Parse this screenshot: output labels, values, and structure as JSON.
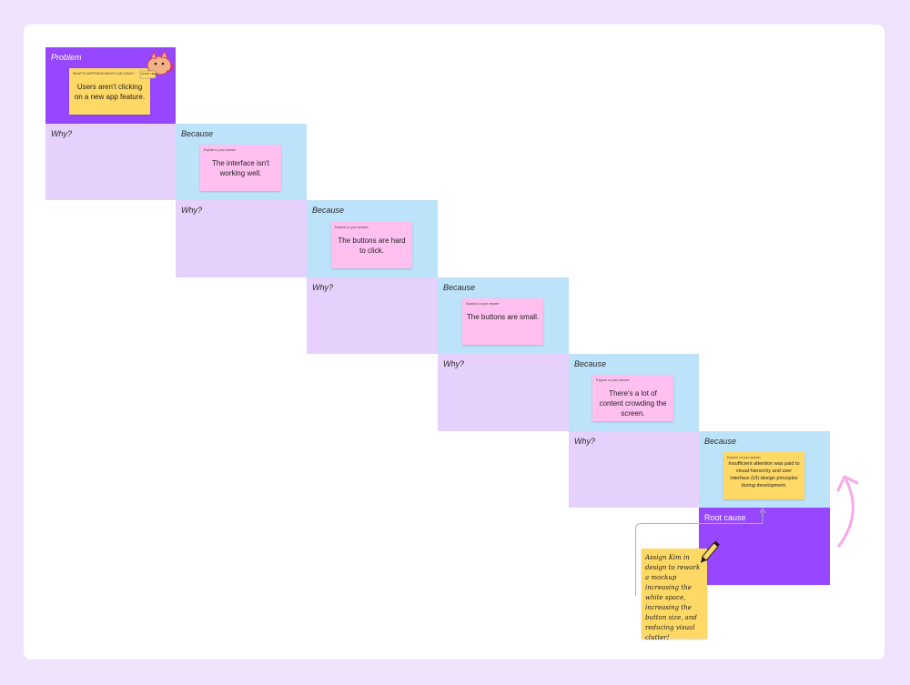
{
  "labels": {
    "problem": "Problem",
    "why": "Why?",
    "because": "Because",
    "root_cause": "Root cause"
  },
  "problem_note": {
    "hint": "WHAT'S HAPPENING/WHAT'S AN ISSUE?",
    "text": "Users aren't clicking on a new app feature."
  },
  "because_notes": [
    {
      "hint": "Explain in your answer",
      "text": "The interface isn't working well."
    },
    {
      "hint": "Expand on your answer",
      "text": "The buttons are hard to click."
    },
    {
      "hint": "Expand on your answer",
      "text": "The buttons are small."
    },
    {
      "hint": "Expand on your answer",
      "text": "There's a lot of content crowding the screen."
    },
    {
      "hint": "Expand on your answer",
      "text": "Insufficient attention was paid to visual hierarchy and user interface (UI) design principles during development."
    }
  ],
  "sticker_text": "START HERE",
  "action_note": "Assign Kim in design to rework a mockup increasing the white space, increasing the button size, and reducing visual clutter!",
  "colors": {
    "purple": "#9747ff",
    "lavender": "#e5d1fb",
    "light_blue": "#bde3fb",
    "yellow": "#ffd966",
    "pink": "#ffc0f0",
    "arrow_pink": "#f9a8e8"
  }
}
